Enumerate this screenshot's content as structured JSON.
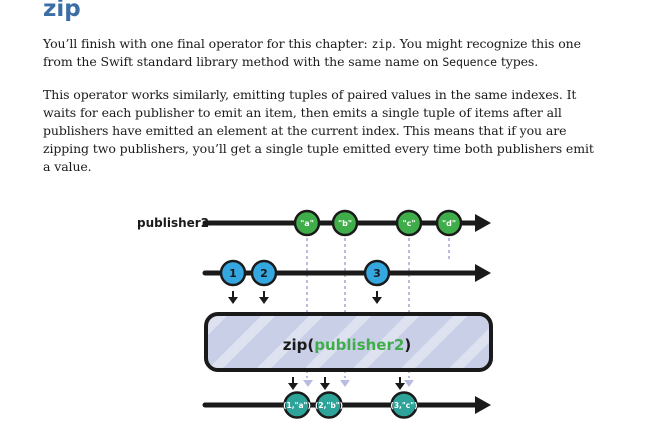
{
  "heading": "zip",
  "paragraphs": {
    "p1": {
      "before": "You’ll finish with one final operator for this chapter: ",
      "code1": "zip",
      "middle": ". You might recognize this one from the Swift standard library method with the same name on ",
      "code2": "Sequence",
      "after": " types."
    },
    "p2": "This operator works similarly, emitting tuples of paired values in the same indexes. It waits for each publisher to emit an item, then emits a single tuple of items after all publishers have emitted an element at the current index. This means that if you are zipping two publishers, you’ll get a single tuple emitted every time both publishers emit a value."
  },
  "diagram": {
    "publisher2_label": "publisher2",
    "publisher2_values": [
      "\"a\"",
      "\"b\"",
      "\"c\"",
      "\"d\""
    ],
    "publisher1_values": [
      "1",
      "2",
      "3"
    ],
    "operator_prefix": "zip(",
    "operator_arg": "publisher2",
    "operator_suffix": ")",
    "output_values": [
      "(1,\"a\")",
      "(2,\"b\")",
      "(3,\"c\")"
    ],
    "colors": {
      "green_marble": "#3fae4a",
      "blue_marble": "#35a7e0",
      "teal_marble": "#2ea39a",
      "box_fill": "#c9cfe6",
      "timeline": "#1a1a1a",
      "operator_arg": "#3fae4a"
    }
  }
}
